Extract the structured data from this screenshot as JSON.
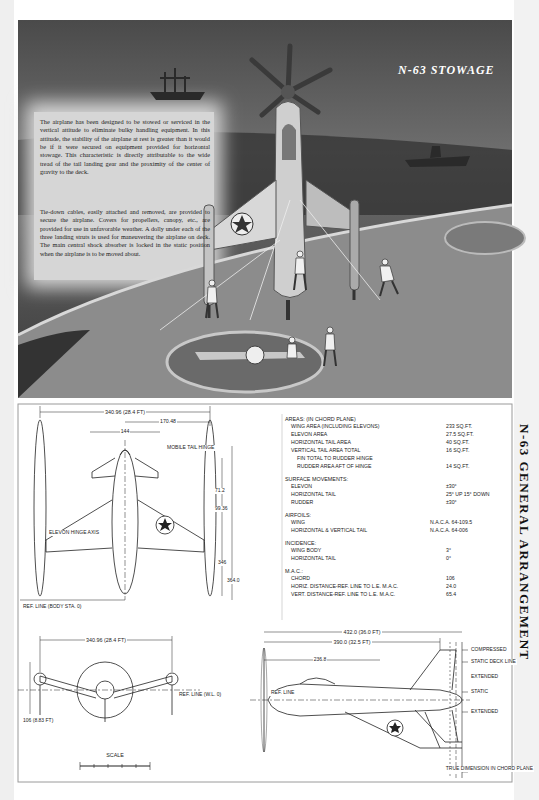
{
  "diagram": {
    "title": "N-63 STOWAGE",
    "labels": [
      "The airplane has been designed to be stowed or serviced in the vertical attitude to eliminate bulky handling equipment. In this attitude, the stability of the airplane at rest is greater than it would be if it were secured on equipment provided for horizontal stowage. This characteristic is directly attributable to the wide tread of the tail landing gear and the proximity of the center of gravity to the deck.",
      "Tie-down cables, easily attached and removed, are provided to secure the airplane. Covers for propellers, canopy, etc., are provided for use in unfavorable weather. A dolly under each of the three landing struts is used for maneuvering the airplane on deck. The main central shock absorber is locked in the static position when the airplane is to be moved about.",
      "N-63 GENERAL ARRANGEMENT",
      "AREAS: (IN CHORD PLANE)",
      "WING AREA (INCLUDING ELEVONS)",
      "233 SQ.FT.",
      "ELEVON AREA",
      "27.5 SQ.FT.",
      "HORIZONTAL TAIL AREA",
      "40 SQ.FT.",
      "VERTICAL TAIL AREA TOTAL",
      "16 SQ.FT.",
      "FIN TOTAL TO RUDDER HINGE",
      "RUDDER AREA AFT OF HINGE",
      "14 SQ.FT.",
      "SURFACE MOVEMENTS:",
      "ELEVON",
      "±30°",
      "HORIZONTAL TAIL",
      "25° UP 15° DOWN",
      "RUDDER",
      "±30°",
      "AIRFOILS:",
      "WING",
      "N.A.C.A. 64-109.5",
      "HORIZONTAL & VERTICAL TAIL",
      "N.A.C.A. 64-006",
      "INCIDENCE:",
      "WING BODY",
      "3°",
      "HORIZONTAL TAIL",
      "0°",
      "M.A.C.:",
      "CHORD",
      "106",
      "HORIZ. DISTANCE-REF. LINE TO L.E. M.A.C.",
      "24.0",
      "VERT. DISTANCE-REF. LINE TO L.E. M.A.C.",
      "65.4",
      "340.96 (28.4 FT)",
      "170.48",
      "144",
      "ELEVON HINGE AXIS",
      "MOBILE TAIL HINGE",
      "71.2",
      "99.36",
      "346",
      "364.0",
      "REF. LINE (BODY STA. 0)",
      "340.96 (28.4 FT)",
      "REF. LINE (W.L. 0)",
      "106 (8.83 FT)",
      "SCALE",
      "432.0 (36.0 FT)",
      "390.0 (32.5 FT)",
      "COMPRESSED",
      "STATIC DECK LINE",
      "EXTENDED",
      "STATIC",
      "EXTENDED",
      "REF. LINE",
      "236.8",
      "TRUE DIMENSION IN CHORD PLANE"
    ]
  }
}
